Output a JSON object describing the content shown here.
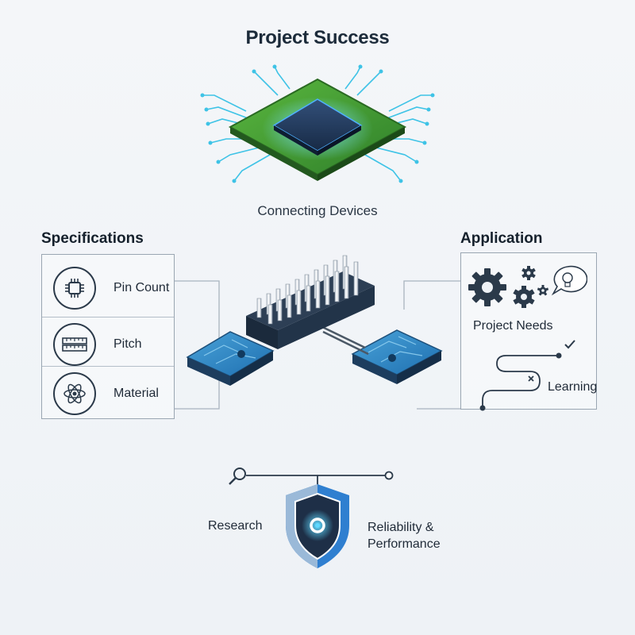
{
  "title": "Project Success",
  "subtitle": "Connecting Devices",
  "specifications": {
    "heading": "Specifications",
    "items": [
      {
        "label": "Pin Count",
        "icon": "chip-icon"
      },
      {
        "label": "Pitch",
        "icon": "ruler-icon"
      },
      {
        "label": "Material",
        "icon": "atom-icon"
      }
    ]
  },
  "application": {
    "heading": "Application",
    "needs_label": "Project Needs",
    "learning_label": "Learning"
  },
  "bottom": {
    "research_label": "Research",
    "reliability_label": "Reliability & Performance"
  },
  "colors": {
    "pcb_green": "#3f9a34",
    "chip_navy": "#1e3557",
    "accent_blue": "#2f8fd6",
    "trace_cyan": "#3ec3e6",
    "dark": "#2b3a4a"
  }
}
